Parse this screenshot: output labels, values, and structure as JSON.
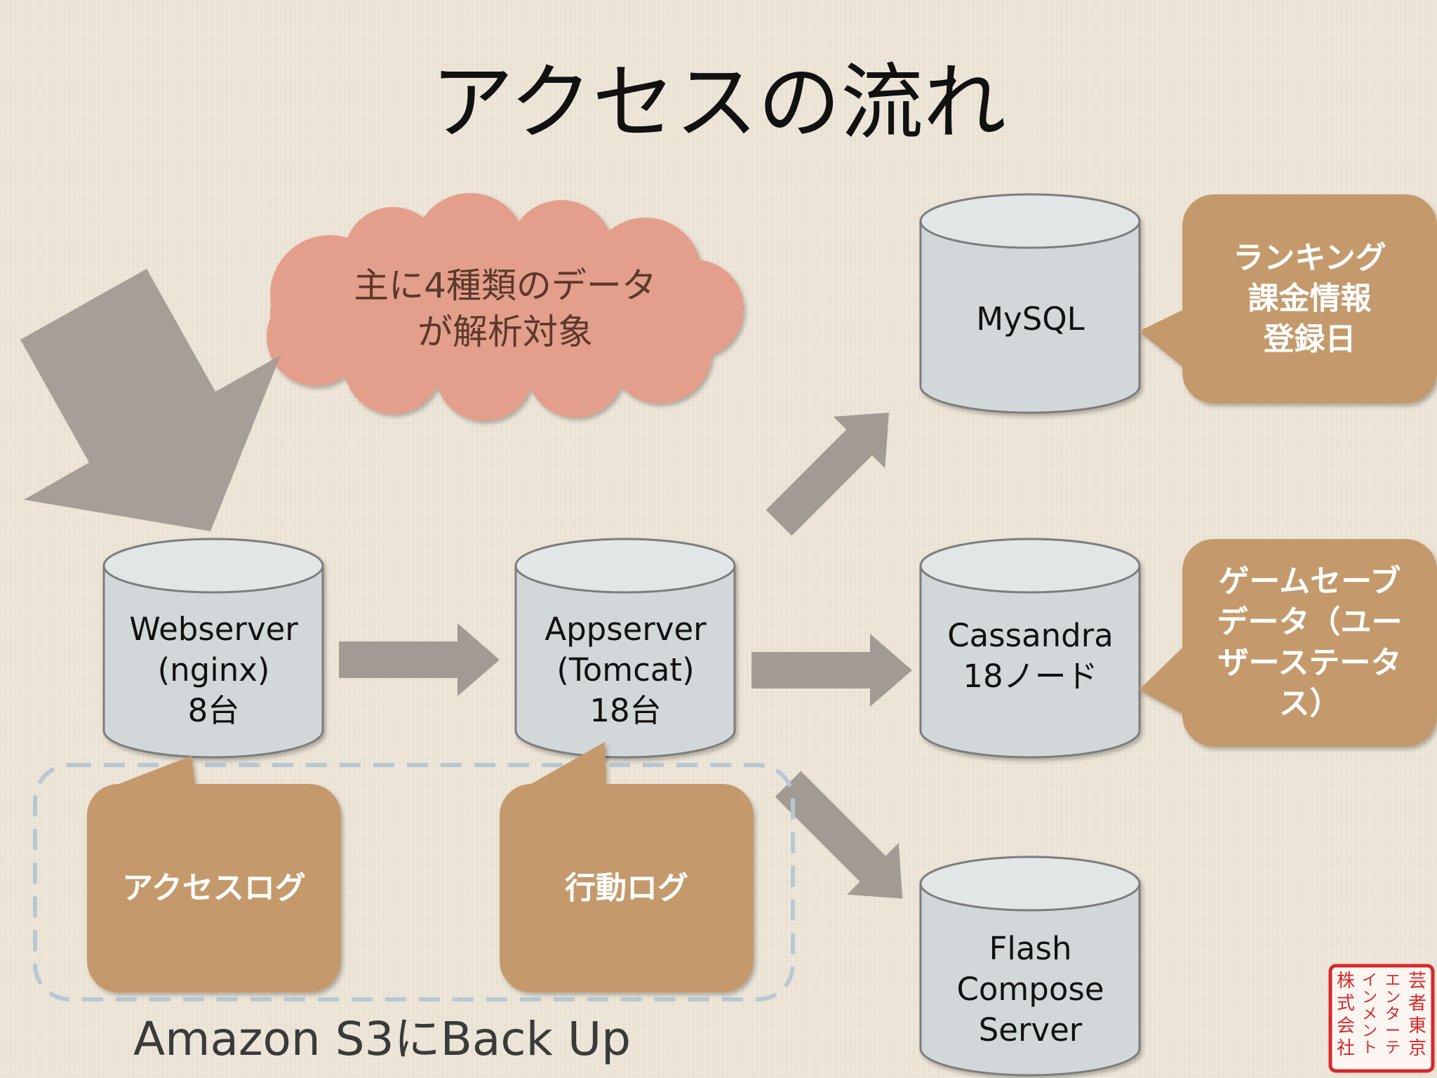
{
  "title": "アクセスの流れ",
  "cloud": {
    "line1": "主に4種類のデータ",
    "line2": "が解析対象"
  },
  "servers": {
    "webserver": {
      "line1": "Webserver",
      "line2": "(nginx)",
      "line3": "8台"
    },
    "appserver": {
      "line1": "Appserver",
      "line2": "(Tomcat)",
      "line3": "18台"
    },
    "mysql": {
      "line1": "MySQL"
    },
    "cassandra": {
      "line1": "Cassandra",
      "line2": "18ノード"
    },
    "flash": {
      "line1": "Flash",
      "line2": "Compose",
      "line3": "Server"
    }
  },
  "callouts": {
    "mysql": {
      "line1": "ランキング",
      "line2": "課金情報",
      "line3": "登録日"
    },
    "cassandra": {
      "line1": "ゲームセーブ",
      "line2": "データ（ユー",
      "line3": "ザーステータ",
      "line4": "ス）"
    },
    "access_log": "アクセスログ",
    "action_log": "行動ログ"
  },
  "backup_label": "Amazon S3にBack Up",
  "seal": {
    "text": "芸者東京エンターテインメント株式会社"
  },
  "colors": {
    "callout": "#c49a6c",
    "cloud": "#e49e8c",
    "arrow": "#a29b94",
    "cylinder": "#d2d8da",
    "seal": "#d8282a"
  }
}
